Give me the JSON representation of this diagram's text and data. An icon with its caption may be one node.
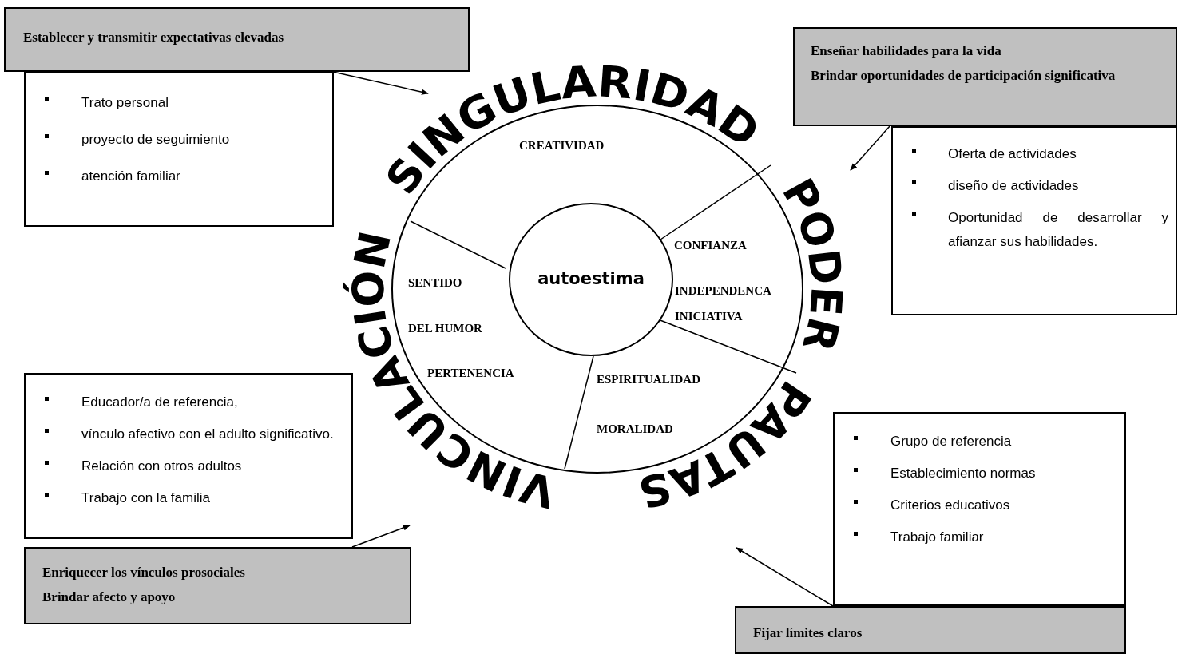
{
  "diagram": {
    "nodes": [
      {
        "text": [
          "Establecer y transmitir expectativas elevadas"
        ]
      },
      {
        "text": [
          "Trato personal",
          "proyecto de seguimiento",
          "atención familiar"
        ]
      },
      {
        "text": [
          "SINGULARIDAD"
        ]
      },
      {
        "text": [
          "Enseñar habilidades para la vida",
          "Brindar oportunidades de participación significativa"
        ]
      },
      {
        "text": [
          "Oferta de actividades",
          "diseño de actividades",
          "Oportunidad de desarrollar y afianzar sus habilidades."
        ]
      },
      {
        "text": [
          "PODER"
        ]
      },
      {
        "text": [
          "CREATIVIDAD",
          "SENTIDO",
          "DEL HUMOR",
          "PERTENENCIA",
          "CONFIANZA",
          "INDEPENDENCA",
          "INICIATIVA",
          "ESPIRITUALIDAD",
          "MORALIDAD"
        ]
      },
      {
        "text": [
          "autoestima"
        ],
        "in": 6
      },
      {
        "text": [
          "VINCULACIÓN"
        ]
      },
      {
        "text": [
          "Educador/a de referencia,",
          "vínculo afectivo con el adulto significativo.",
          "Relación con otros adultos",
          "Trabajo con la familia"
        ]
      },
      {
        "text": [
          "Enriquecer los vínculos prosociales",
          "Brindar afecto y apoyo"
        ]
      },
      {
        "text": [
          "PAUTAS"
        ]
      },
      {
        "text": [
          "Grupo de referencia",
          "Establecimiento normas",
          "Criterios educativos",
          "Trabajo familiar"
        ]
      },
      {
        "text": [
          "Fijar límites claros"
        ]
      }
    ],
    "edges": [
      {
        "from": 0,
        "to": 2,
        "arrow": "to"
      },
      {
        "from": 3,
        "to": 5,
        "arrow": "to"
      },
      {
        "from": 10,
        "to": 8,
        "arrow": "to"
      },
      {
        "from": 13,
        "to": 11,
        "arrow": "to"
      }
    ]
  }
}
